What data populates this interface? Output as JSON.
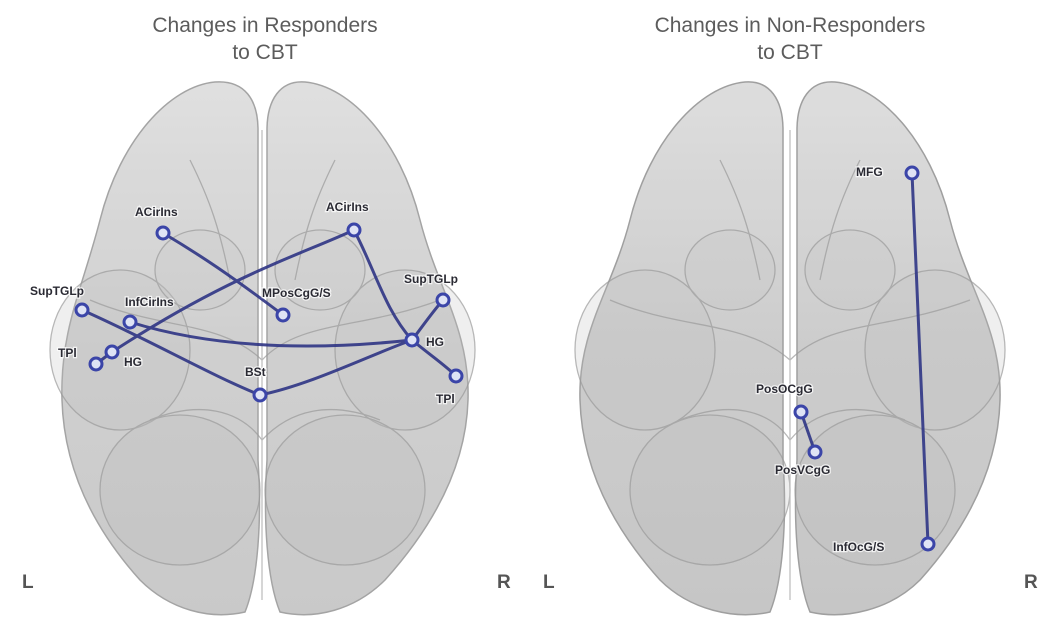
{
  "panels": [
    {
      "title_line1": "Changes in Responders",
      "title_line2": "to CBT",
      "left_label": "L",
      "right_label": "R",
      "nodes": [
        "ACirIns",
        "ACirIns",
        "SupTGLp",
        "InfCirIns",
        "MPosCgG/S",
        "SupTGLp",
        "TPl",
        "HG",
        "HG",
        "BSt",
        "TPl"
      ]
    },
    {
      "title_line1": "Changes in Non-Responders",
      "title_line2": "to CBT",
      "left_label": "L",
      "right_label": "R",
      "nodes": [
        "MFG",
        "PosOCgG",
        "PosVCgG",
        "InfOcG/S"
      ]
    }
  ],
  "colors": {
    "connection": "#2f3585",
    "node_ring": "#3b45a8",
    "node_fill": "#dfe3f5",
    "brain_fill": "#c9c9c9",
    "brain_stroke": "#8d8d8d",
    "title_text": "#5c5c5c"
  }
}
